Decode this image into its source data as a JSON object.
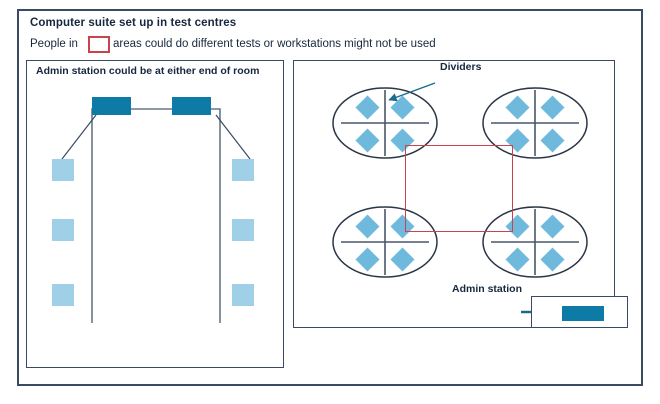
{
  "header": {
    "title": "Computer suite set up in test centres",
    "subtitle_before": "People in",
    "legend_swatch_name": "red-outline-box",
    "subtitle_after": "areas could do different tests or workstations might not be used"
  },
  "left_panel": {
    "title": "Admin station could be at either end of room",
    "admin_desk_left_label": "",
    "admin_desk_right_label": "",
    "seat_count": 6
  },
  "right_panel": {
    "dividers_label": "Dividers",
    "admin_station_label": "Admin station",
    "pod_count": 4,
    "seats_per_pod": 4
  },
  "colors": {
    "frame": "#3a4a63",
    "text": "#16273f",
    "accent_teal": "#0d7ba6",
    "seat_blue": "#a0cfe8",
    "highlight_red": "#c9434f",
    "background": "#ffffff"
  }
}
